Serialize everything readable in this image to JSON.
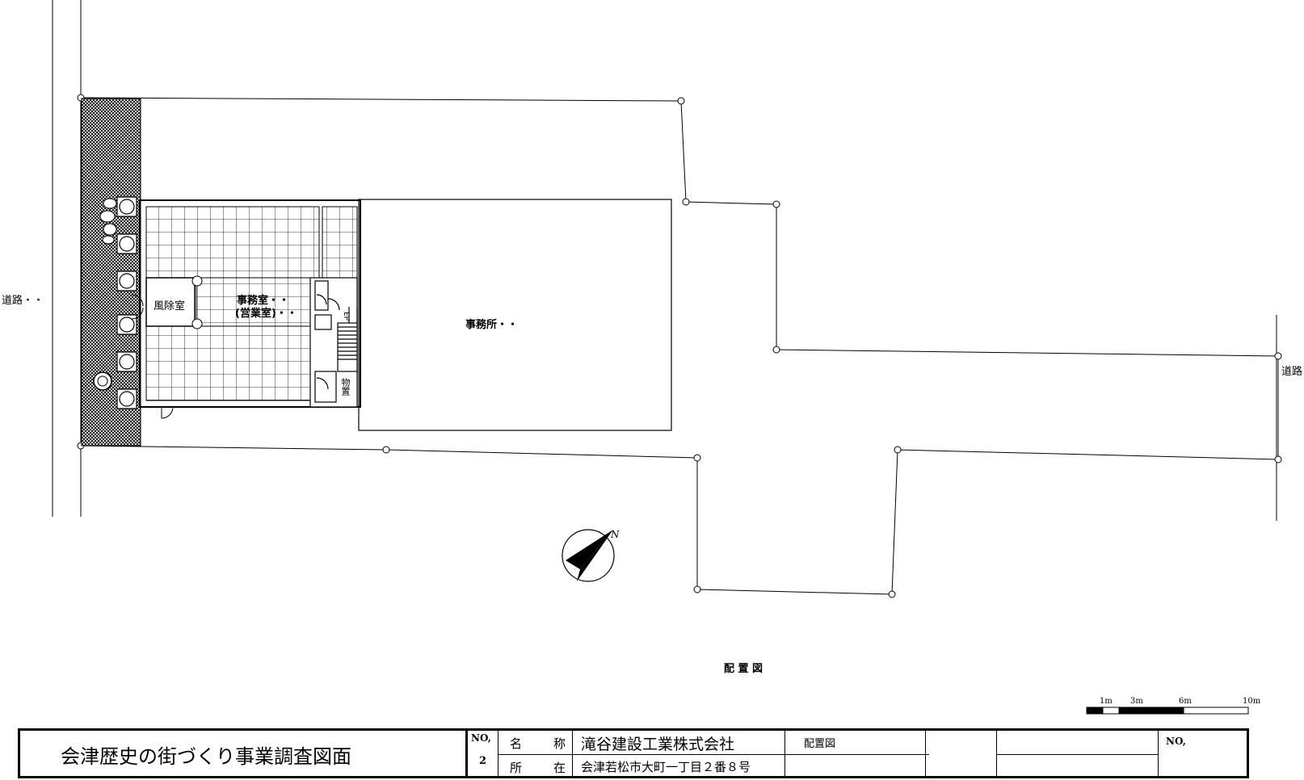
{
  "labels": {
    "road_left": "道路・・",
    "road_right": "道路",
    "wind_room": "風除室",
    "office_room_1": "事務室・・",
    "office_room_2": "(営業室)・・",
    "storage": "物置",
    "ep": "EP",
    "office_main": "事務所・・",
    "drawing_name": "配 置 図",
    "north": "N"
  },
  "scale_bar": {
    "ticks": [
      "1m",
      "3m",
      "6m",
      "10m"
    ]
  },
  "title_block": {
    "project_title": "会津歴史の街づくり事業調査図面",
    "no_label": "NO,",
    "no_value": "2",
    "name_label_1": "名",
    "name_label_2": "称",
    "name_value": "滝谷建設工業株式会社",
    "addr_label_1": "所",
    "addr_label_2": "在",
    "addr_value": "会津若松市大町一丁目２番８号",
    "drawing_type": "配置図",
    "no_label_right": "NO,"
  }
}
